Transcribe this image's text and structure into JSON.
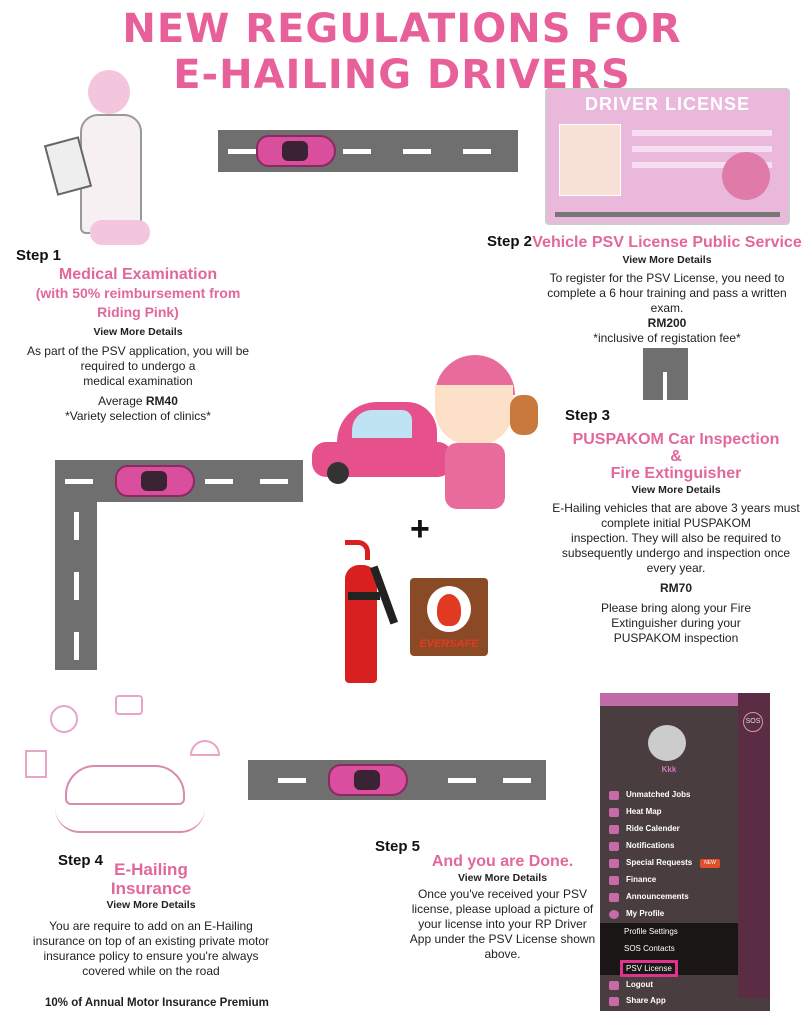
{
  "title": {
    "line1": "NEW REGULATIONS FOR",
    "line2": "E-HAILING DRIVERS"
  },
  "license_card": {
    "header": "DRIVER LICENSE"
  },
  "steps": [
    {
      "label": "Step 1",
      "title_lines": [
        "Medical Examination",
        "(with 50% reimbursement from",
        "Riding Pink)"
      ],
      "link": "View More Details",
      "body": [
        "As part of the PSV application, you will be",
        "required to undergo a",
        "medical examination"
      ],
      "price_prefix": "Average ",
      "price": "RM40",
      "note": "*Variety selection of clinics*"
    },
    {
      "label": "Step 2",
      "title": "Vehicle PSV License Public Service",
      "link": "View More Details",
      "body": [
        "To register for the PSV License, you need to",
        "complete a 6 hour training and pass a written",
        "exam."
      ],
      "price": "RM200",
      "note": "*inclusive of registation fee*"
    },
    {
      "label": "Step 3",
      "title_lines": [
        "PUSPAKOM Car Inspection",
        "&",
        "Fire Extinguisher"
      ],
      "link": "View More Details",
      "body": [
        "E-Hailing vehicles that are above 3 years must",
        "complete initial PUSPAKOM",
        "inspection. They will also be required to",
        "subsequently undergo and inspection once",
        "every  year."
      ],
      "price": "RM70",
      "note": [
        "Please bring along your Fire",
        "Extinguisher during your",
        "PUSPAKOM  inspection"
      ]
    },
    {
      "label": "Step 4",
      "title_lines": [
        "E-Hailing",
        "Insurance"
      ],
      "link": "View More Details",
      "body": [
        "You are require to add on an E-Hailing",
        "insurance on top of an existing private motor",
        "insurance policy to ensure you're always",
        "covered while on the road"
      ],
      "price": "10% of Annual  Motor Insurance Premium"
    },
    {
      "label": "Step 5",
      "title": "And you are Done.",
      "link": "View More Details",
      "body": [
        "Once you've received your PSV",
        "license, please upload a picture of",
        "your license into your RP Driver",
        "App under the PSV License shown",
        "above."
      ]
    }
  ],
  "plus": "+",
  "eversafe_logo": "EVERSAFE",
  "app": {
    "username": "Kkk",
    "sos": "SOS",
    "badge": "NEW",
    "menu": [
      "Unmatched Jobs",
      "Heat Map",
      "Ride Calender",
      "Notifications",
      "Special Requests",
      "Finance",
      "Announcements",
      "My Profile"
    ],
    "submenu": [
      "Profile Settings",
      "SOS Contacts",
      "PSV License"
    ],
    "bottom": [
      "Logout",
      "Share App"
    ],
    "highlight_color": "#e0338f"
  },
  "colors": {
    "accent": "#e2679a",
    "road": "#6f6f6f"
  }
}
